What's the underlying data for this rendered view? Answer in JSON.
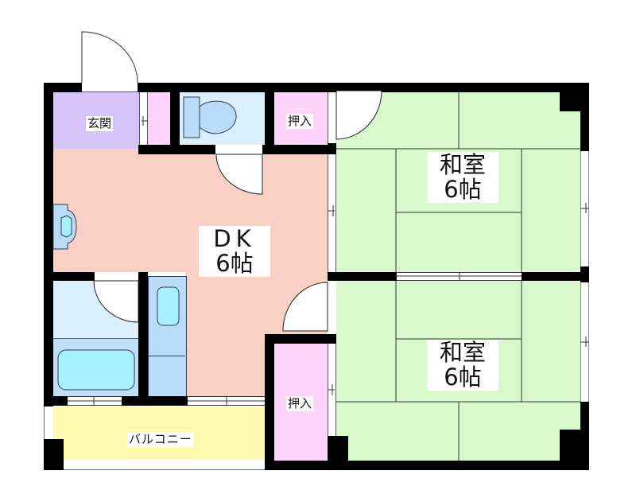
{
  "floor_plan": {
    "layout_type": "2DK",
    "colors": {
      "wall": "#000000",
      "genkan": "#d4c4f8",
      "closet": "#fed4fa",
      "toilet": "#dcefff",
      "dk": "#fad0c4",
      "washroom": "#dcefff",
      "bath": "#bfe0fb",
      "fixture": "#b9dcfa",
      "fixture_inner": "#a9f0ff",
      "tatami": "#d9f8cc",
      "balcony": "#fefbb0"
    },
    "rooms": {
      "genkan": {
        "label": "玄関"
      },
      "closet_top": {
        "label": "押入"
      },
      "closet_bottom": {
        "label": "押入"
      },
      "dk": {
        "label_line1": "DK",
        "label_line2": "6帖"
      },
      "washitsu_top": {
        "label_line1": "和室",
        "label_line2": "6帖"
      },
      "washitsu_bottom": {
        "label_line1": "和室",
        "label_line2": "6帖"
      },
      "balcony": {
        "label": "バルコニー"
      }
    },
    "fixtures": [
      "toilet-icon",
      "bathtub-icon",
      "washbasin-icon",
      "kitchen-sink-icon"
    ]
  }
}
